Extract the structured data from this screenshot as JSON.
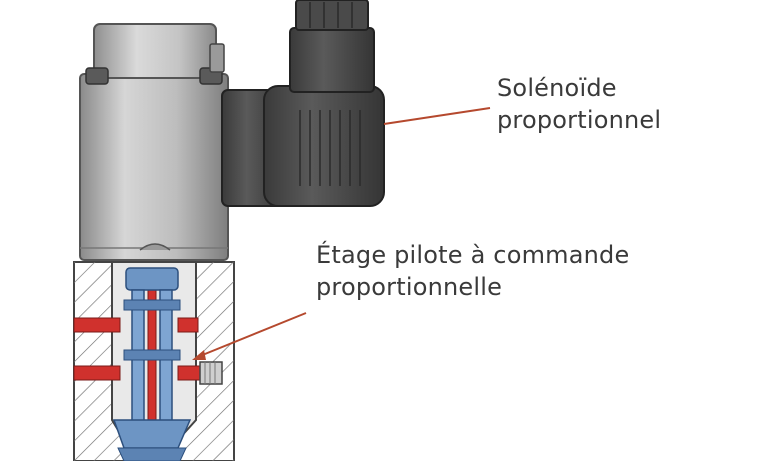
{
  "labels": {
    "solenoid": {
      "line1": "Solénoïde",
      "line2": "proportionnel"
    },
    "pilot_stage": {
      "line1": "Étage pilote à commande",
      "line2": "proportionnelle"
    }
  },
  "colors": {
    "leader_line": "#b5492e",
    "housing_gray": "#c9c9c9",
    "connector_dark": "#4a4a4a",
    "fluid_red": "#d0312d",
    "spool_blue": "#6d95c4",
    "text": "#3a3a3a"
  }
}
